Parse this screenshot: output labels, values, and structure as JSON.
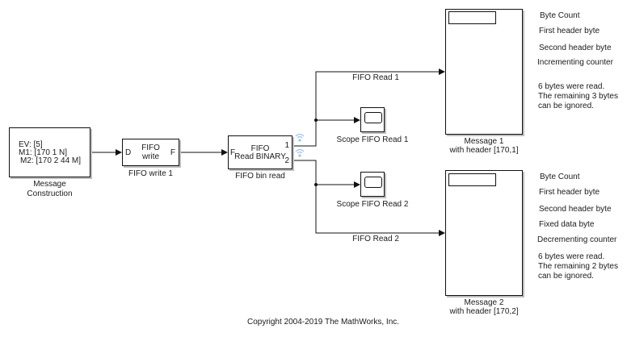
{
  "blocks": {
    "message_construction": {
      "lines": [
        "EV: [5]",
        "M1: [170 1 N]",
        "M2: [170 2 44 M]"
      ],
      "name_line1": "Message",
      "name_line2": "Construction"
    },
    "fifo_write": {
      "title_line1": "FIFO",
      "title_line2": "write",
      "port_in": "D",
      "port_out": "F",
      "name": "FIFO write 1"
    },
    "fifo_read": {
      "title_line1": "FIFO",
      "title_line2": "Read BINARY",
      "port_in": "F",
      "port_out1": "1",
      "port_out2": "2",
      "name": "FIFO bin read"
    },
    "scope1": {
      "name": "Scope FIFO Read 1"
    },
    "scope2": {
      "name": "Scope FIFO Read 2"
    },
    "display1": {
      "name_line1": "Message 1",
      "name_line2": "with header [170,1]"
    },
    "display2": {
      "name_line1": "Message 2",
      "name_line2": "with header [170,2]"
    }
  },
  "signals": {
    "read1": "FIFO Read 1",
    "read2": "FIFO Read 2"
  },
  "annotations1": {
    "rows": [
      "Byte Count",
      "First header byte",
      "Second header byte",
      "Incrementing counter"
    ],
    "note": [
      "6 bytes were read.",
      "The remaining 3 bytes",
      "can be ignored."
    ]
  },
  "annotations2": {
    "rows": [
      "Byte Count",
      "First header byte",
      "Second header byte",
      "Fixed data byte",
      "Decrementing counter"
    ],
    "note": [
      "6 bytes were read.",
      "The remaining 2 bytes",
      "can be ignored."
    ]
  },
  "footer": {
    "copyright": "Copyright 2004-2019 The MathWorks, Inc."
  },
  "colors": {
    "wireless_icon": "#9fc3e0"
  }
}
